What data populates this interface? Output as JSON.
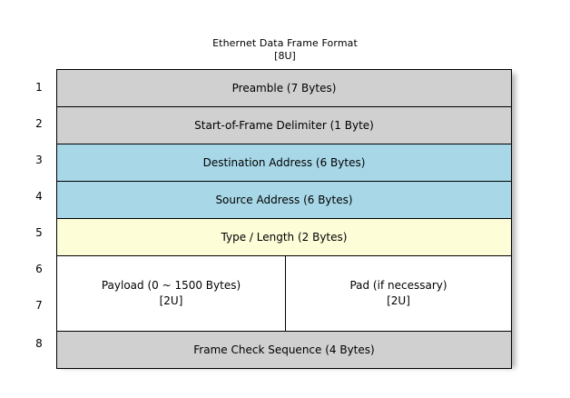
{
  "title": {
    "main": "Ethernet Data Frame Format",
    "sub": "[8U]"
  },
  "colors": {
    "header_gray": "#d0d0d0",
    "address_blue": "#a8d8e8",
    "type_yellow": "#fdfdd8",
    "payload_white": "#ffffff",
    "border": "#000000"
  },
  "row_numbers": [
    "1",
    "2",
    "3",
    "4",
    "5",
    "6",
    "7",
    "8"
  ],
  "frame_rows": [
    {
      "number": "1",
      "label": "Preamble (7 Bytes)",
      "tag": ""
    },
    {
      "number": "2",
      "label": "Start-of-Frame Delimiter (1 Byte)",
      "tag": ""
    },
    {
      "number": "3",
      "label": "Destination Address (6 Bytes)",
      "tag": ""
    },
    {
      "number": "4",
      "label": "Source Address (6 Bytes)",
      "tag": ""
    },
    {
      "number": "5",
      "label": "Type / Length (2 Bytes)",
      "tag": ""
    },
    {
      "number": "6-7",
      "label": "Payload (0 ~ 1500 Bytes)",
      "tag": "[2U]"
    },
    {
      "number": "6-7",
      "label": "Pad (if necessary)",
      "tag": "[2U]"
    },
    {
      "number": "8",
      "label": "Frame Check Sequence (4 Bytes)",
      "tag": ""
    }
  ],
  "cells": {
    "preamble": {
      "label": "Preamble (7 Bytes)"
    },
    "sfd": {
      "label": "Start-of-Frame Delimiter (1 Byte)"
    },
    "destination_address": {
      "label": "Destination Address (6 Bytes)"
    },
    "source_address": {
      "label": "Source Address (6 Bytes)"
    },
    "type_length": {
      "label": "Type / Length (2 Bytes)"
    },
    "payload": {
      "label": "Payload (0 ~ 1500 Bytes)",
      "tag": "[2U]"
    },
    "pad": {
      "label": "Pad (if necessary)",
      "tag": "[2U]"
    },
    "fcs": {
      "label": "Frame Check Sequence (4 Bytes)"
    }
  }
}
